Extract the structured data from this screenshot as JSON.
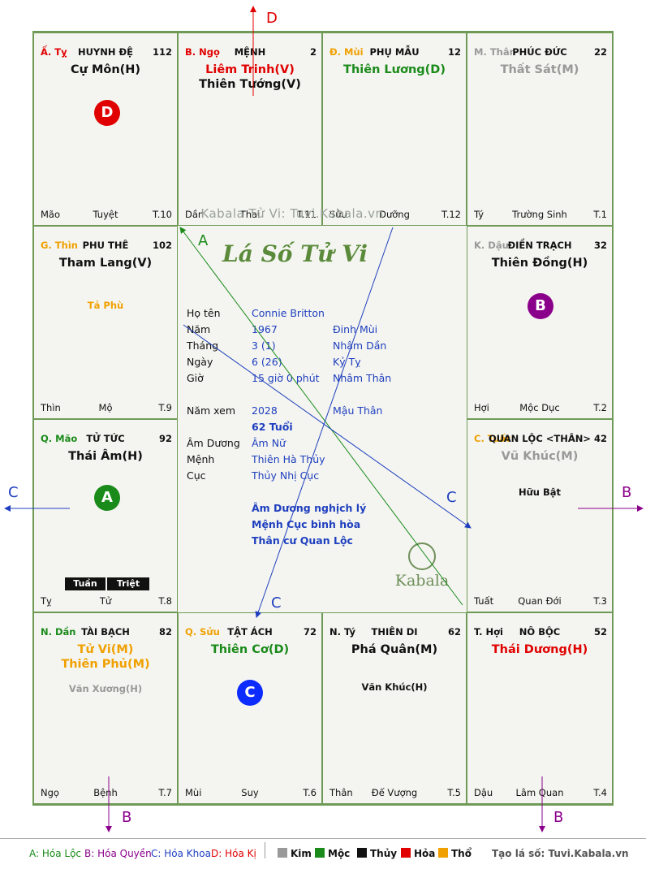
{
  "colors": {
    "green": "#1a8a1a",
    "red": "#e00000",
    "orange": "#f0a000",
    "gray": "#999999",
    "purple": "#8b008b",
    "blue": "#1f3fbf",
    "dark": "#111111"
  },
  "watermark": "Kabala Tử Vi: Tuvi.Kabala.vn",
  "chart_title": "Lá Số Tử Vi",
  "logo_text": "Kabala",
  "cells": {
    "ty_snake": {
      "can": "Ấ. Tỵ",
      "name": "HUYNH ĐỆ",
      "num": "112",
      "stars": [
        "Cự Môn(H)"
      ],
      "minor": [],
      "ft": [
        "Mão",
        "Tuyệt",
        "T.10"
      ],
      "badge": "D"
    },
    "ngo": {
      "can": "B. Ngọ",
      "name": "MỆNH",
      "num": "2",
      "stars": [
        "Liêm Trinh(V)",
        "Thiên Tướng(V)"
      ],
      "minor": [],
      "ft": [
        "Dần",
        "Thai",
        "T.11"
      ]
    },
    "mui_top": {
      "can": "Đ. Mùi",
      "name": "PHỤ MẪU",
      "num": "12",
      "stars": [
        "Thiên Lương(D)"
      ],
      "minor": [],
      "ft": [
        "Sửu",
        "Dưỡng",
        "T.12"
      ]
    },
    "than_top": {
      "can": "M. Thân",
      "name": "PHÚC ĐỨC",
      "num": "22",
      "stars": [
        "Thất Sát(M)"
      ],
      "minor": [],
      "ft": [
        "Tý",
        "Trường Sinh",
        "T.1"
      ]
    },
    "thin": {
      "can": "G. Thìn",
      "name": "PHU THÊ",
      "num": "102",
      "stars": [
        "Tham Lang(V)"
      ],
      "minor": [
        "Tả Phù"
      ],
      "ft": [
        "Thìn",
        "Mộ",
        "T.9"
      ]
    },
    "dau": {
      "can": "K. Dậu",
      "name": "ĐIỀN TRẠCH",
      "num": "32",
      "stars": [
        "Thiên Đồng(H)"
      ],
      "minor": [],
      "ft": [
        "Hợi",
        "Mộc Dục",
        "T.2"
      ],
      "badge": "B"
    },
    "mao": {
      "can": "Q. Mão",
      "name": "TỬ TỨC",
      "num": "92",
      "stars": [
        "Thái Âm(H)"
      ],
      "minor": [],
      "ft": [
        "Tỵ",
        "Tử",
        "T.8"
      ],
      "badge": "A"
    },
    "tuat": {
      "can": "C. Tuất",
      "name": "QUAN LỘC <THÂN>",
      "num": "42",
      "stars": [
        "Vũ Khúc(M)"
      ],
      "minor": [
        "Hữu Bật"
      ],
      "ft": [
        "Tuất",
        "Quan Đới",
        "T.3"
      ]
    },
    "dan": {
      "can": "N. Dần",
      "name": "TÀI BẠCH",
      "num": "82",
      "stars": [
        "Tử Vi(M)",
        "Thiên Phủ(M)"
      ],
      "minor": [
        "Văn Xương(H)"
      ],
      "ft": [
        "Ngọ",
        "Bệnh",
        "T.7"
      ]
    },
    "suu": {
      "can": "Q. Sửu",
      "name": "TẬT ÁCH",
      "num": "72",
      "stars": [
        "Thiên Cơ(D)"
      ],
      "minor": [],
      "ft": [
        "Mùi",
        "Suy",
        "T.6"
      ],
      "badge": "C"
    },
    "ty_rat": {
      "can": "N. Tý",
      "name": "THIÊN DI",
      "num": "62",
      "stars": [
        "Phá Quân(M)"
      ],
      "minor": [
        "Văn Khúc(H)"
      ],
      "ft": [
        "Thân",
        "Đế Vượng",
        "T.5"
      ]
    },
    "hoi": {
      "can": "T. Hợi",
      "name": "NÔ BỘC",
      "num": "52",
      "stars": [
        "Thái Dương(H)"
      ],
      "minor": [],
      "ft": [
        "Dậu",
        "Lâm Quan",
        "T.4"
      ]
    }
  },
  "info": {
    "ho_ten_k": "Họ tên",
    "ho_ten": "Connie Britton",
    "nam_k": "Năm",
    "nam": "1967",
    "nam_can": "Đinh Mùi",
    "thang_k": "Tháng",
    "thang": "3  (1)",
    "thang_can": "Nhâm Dần",
    "ngay_k": "Ngày",
    "ngay": "6  (26)",
    "ngay_can": "Kỷ Tỵ",
    "gio_k": "Giờ",
    "gio": "15 giờ 0 phút",
    "gio_can": "Nhâm Thân",
    "namxem_k": "Năm xem",
    "namxem": "2028",
    "namxem_can": "Mậu Thân",
    "tuoi": "62 Tuổi",
    "amduong_k": "Âm Dương",
    "amduong": "Âm Nữ",
    "menh_k": "Mệnh",
    "menh": "Thiên Hà Thủy",
    "cuc_k": "Cục",
    "cuc": "Thủy Nhị Cục",
    "note1": "Âm Dương nghịch lý",
    "note2": "Mệnh Cục bình hòa",
    "note3": "Thân cư Quan Lộc"
  },
  "tags": {
    "tuan": "Tuần",
    "triet": "Triệt"
  },
  "arrow_labels": {
    "top": "D",
    "left": "C",
    "right": "B",
    "bottom_left": "B",
    "bottom_right": "B",
    "line_a": "A",
    "line_c1": "C",
    "line_c2": "C"
  },
  "legend": {
    "a": "A: Hóa Lộc",
    "b": "B: Hóa Quyền",
    "c": "C: Hóa Khoa",
    "d": "D: Hóa Kị",
    "kim": "Kim",
    "moc": "Mộc",
    "thuy": "Thủy",
    "hoa": "Hỏa",
    "tho": "Thổ",
    "site": "Tạo lá số: Tuvi.Kabala.vn"
  }
}
